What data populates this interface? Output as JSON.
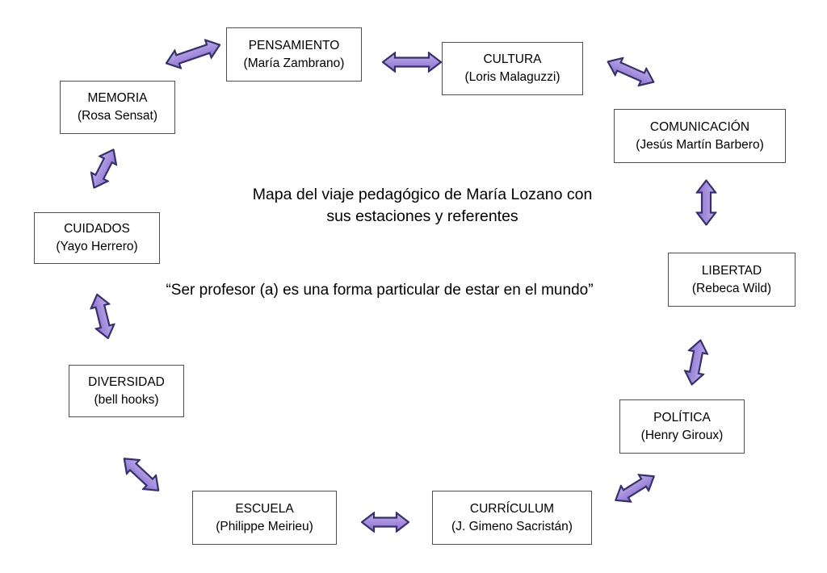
{
  "page": {
    "background": "#ffffff"
  },
  "title": {
    "line1": "Mapa del viaje pedagógico de María Lozano con",
    "line2": "sus estaciones y referentes"
  },
  "quote": "“Ser profesor (a) es una forma particular de estar en el mundo”",
  "stations": [
    {
      "id": "pensamiento",
      "title": "PENSAMIENTO",
      "ref": "(María Zambrano)"
    },
    {
      "id": "cultura",
      "title": "CULTURA",
      "ref": "(Loris Malaguzzi)"
    },
    {
      "id": "comunicacion",
      "title": "COMUNICACIÓN",
      "ref": "(Jesús Martín Barbero)"
    },
    {
      "id": "libertad",
      "title": "LIBERTAD",
      "ref": "(Rebeca Wild)"
    },
    {
      "id": "politica",
      "title": "POLÍTICA",
      "ref": "(Henry Giroux)"
    },
    {
      "id": "curriculum",
      "title": "CURRÍCULUM",
      "ref": "(J. Gimeno Sacristán)"
    },
    {
      "id": "escuela",
      "title": "ESCUELA",
      "ref": "(Philippe Meirieu)"
    },
    {
      "id": "diversidad",
      "title": "DIVERSIDAD",
      "ref": "(bell hooks)"
    },
    {
      "id": "cuidados",
      "title": "CUIDADOS",
      "ref": "(Yayo Herrero)"
    },
    {
      "id": "memoria",
      "title": "MEMORIA",
      "ref": "(Rosa Sensat)"
    }
  ],
  "connections": [
    {
      "from": "memoria",
      "to": "pensamiento"
    },
    {
      "from": "pensamiento",
      "to": "cultura"
    },
    {
      "from": "cultura",
      "to": "comunicacion"
    },
    {
      "from": "comunicacion",
      "to": "libertad"
    },
    {
      "from": "libertad",
      "to": "politica"
    },
    {
      "from": "politica",
      "to": "curriculum"
    },
    {
      "from": "curriculum",
      "to": "escuela"
    },
    {
      "from": "escuela",
      "to": "diversidad"
    },
    {
      "from": "diversidad",
      "to": "cuidados"
    },
    {
      "from": "cuidados",
      "to": "memoria"
    }
  ],
  "arrow_style": {
    "fill_light": "#c0afe9",
    "fill_dark": "#8b6fd0",
    "outline": "#38306a"
  },
  "box_style": {
    "border": "#4d4d4d",
    "background": "#ffffff",
    "text": "#000000"
  }
}
